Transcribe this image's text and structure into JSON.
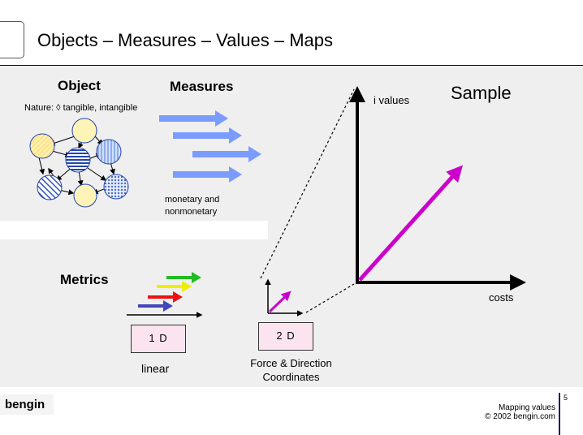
{
  "title": "Objects – Measures – Values – Maps",
  "object_section": {
    "heading": "Object",
    "nature_label": "Nature: ◊ tangible, intangible"
  },
  "measures_section": {
    "heading": "Measures",
    "caption_line1": "monetary and",
    "caption_line2": "nonmonetary",
    "arrow_color": "#7b9cff"
  },
  "metrics_section": {
    "heading": "Metrics",
    "arrow_colors": [
      "#22bb22",
      "#eeee00",
      "#ee1111",
      "#4444bb"
    ]
  },
  "dimensions": {
    "one_d": {
      "label": "1 D",
      "caption": "linear"
    },
    "two_d": {
      "label": "2 D",
      "caption_line1": "Force & Direction",
      "caption_line2": "Coordinates"
    }
  },
  "sample_chart": {
    "title": "Sample",
    "y_axis_label": "i values",
    "x_axis_label": "costs",
    "vector_color": "#cc00cc"
  },
  "footer": {
    "logo": "bengin",
    "caption_line1": "Mapping values",
    "caption_line2": "© 2002 bengin.com",
    "page_number": "5"
  }
}
